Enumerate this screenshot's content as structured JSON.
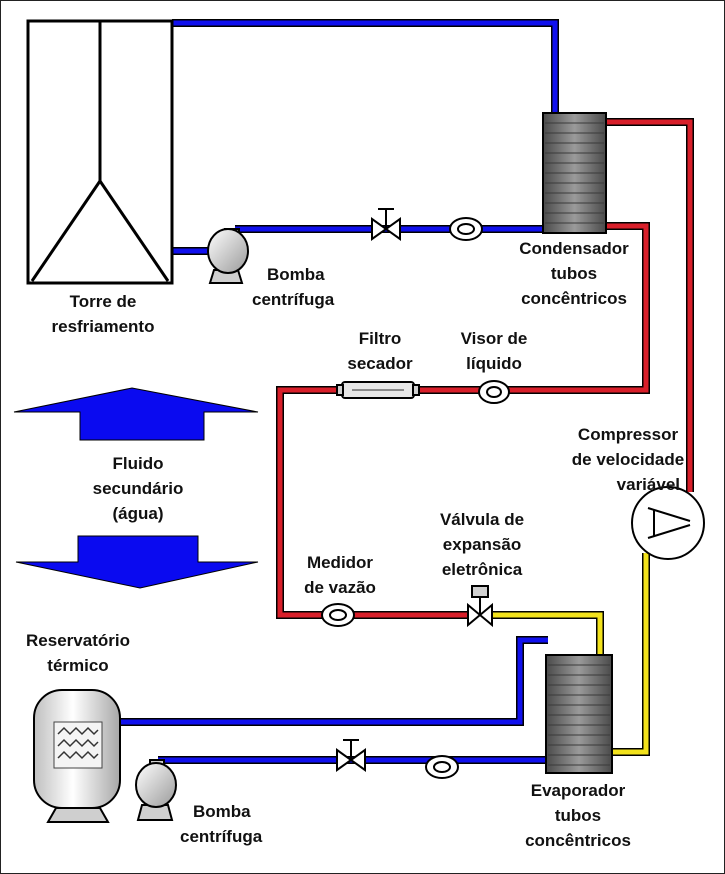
{
  "colors": {
    "water_pipe": "#1010ee",
    "hot_refrigerant": "#d81f2a",
    "cold_refrigerant": "#f2e21c",
    "component_fill": "#7a7a7a",
    "arrow_fill": "#0a0af0"
  },
  "labels": {
    "torre_l1": "Torre de",
    "torre_l2": "resfriamento",
    "bomba_top_l1": "Bomba",
    "bomba_top_l2": "centrífuga",
    "condensador_l1": "Condensador",
    "condensador_l2": "tubos",
    "condensador_l3": "concêntricos",
    "filtro_l1": "Filtro",
    "filtro_l2": "secador",
    "visor_l1": "Visor de",
    "visor_l2": "líquido",
    "compressor_l1": "Compressor",
    "compressor_l2": "de velocidade",
    "compressor_l3": "variável",
    "fluido_l1": "Fluido",
    "fluido_l2": "secundário",
    "fluido_l3": "(água)",
    "valvula_l1": "Válvula de",
    "valvula_l2": "expansão",
    "valvula_l3": "eletrônica",
    "medidor_l1": "Medidor",
    "medidor_l2": "de vazão",
    "reservatorio_l1": "Reservatório",
    "reservatorio_l2": "térmico",
    "bomba_bot_l1": "Bomba",
    "bomba_bot_l2": "centrífuga",
    "evaporador_l1": "Evaporador",
    "evaporador_l2": "tubos",
    "evaporador_l3": "concêntricos"
  }
}
